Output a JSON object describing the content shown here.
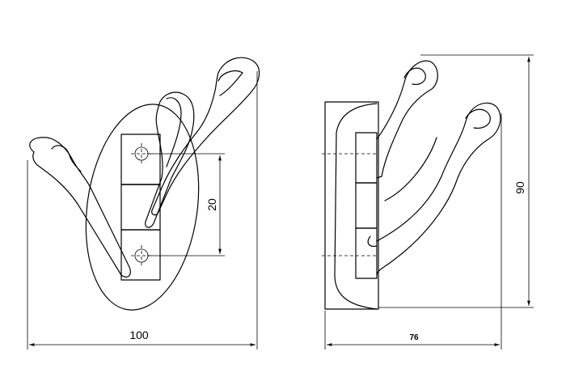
{
  "dimensions": {
    "width_front": "100",
    "hole_spacing": "20",
    "depth_side": "76",
    "height_side": "90"
  },
  "colors": {
    "line": "#000000",
    "background": "#ffffff"
  }
}
